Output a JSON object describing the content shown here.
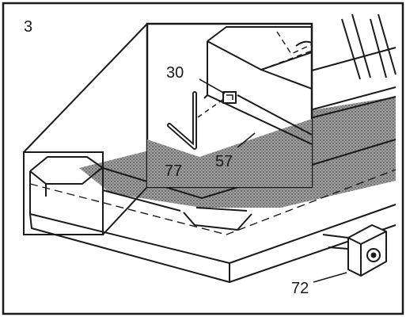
{
  "figure": {
    "step_number": "3"
  },
  "callouts": [
    {
      "label": "30"
    },
    {
      "label": "77"
    },
    {
      "label": "57"
    },
    {
      "label": "72"
    }
  ],
  "colors": {
    "ink": "#1a1a1a",
    "paper": "#ffffff",
    "belt": "#8f8f8f"
  }
}
